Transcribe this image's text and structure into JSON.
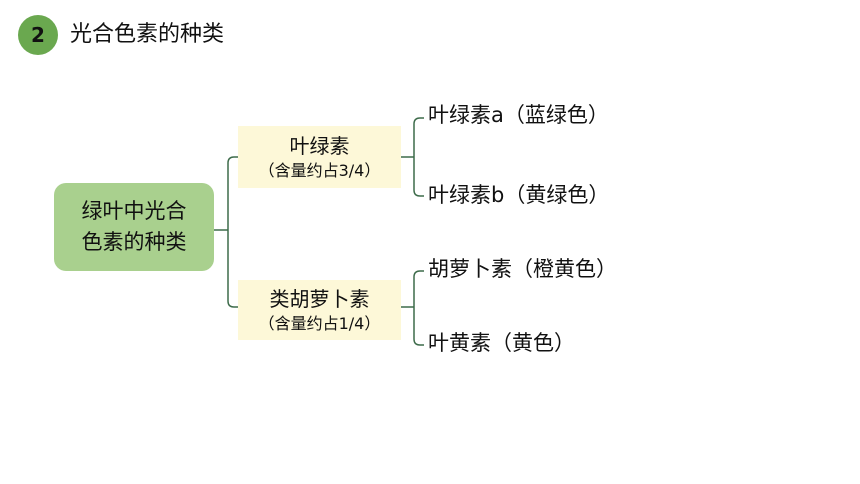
{
  "header": {
    "number": "2",
    "title": "光合色素的种类"
  },
  "diagram": {
    "root": {
      "line1": "绿叶中光合",
      "line2": "色素的种类"
    },
    "branches": [
      {
        "title": "叶绿素",
        "note": "（含量约占3/4）",
        "leaves": [
          "叶绿素a（蓝绿色）",
          "叶绿素b（黄绿色）"
        ]
      },
      {
        "title": "类胡萝卜素",
        "note": "（含量约占1/4）",
        "leaves": [
          "胡萝卜素（橙黄色）",
          "叶黄素（黄色）"
        ]
      }
    ]
  },
  "colors": {
    "badge": "#6aa84f",
    "root_fill": "#a9d08e",
    "branch_fill": "#fdf8d8",
    "connector": "#3d6b4a"
  }
}
